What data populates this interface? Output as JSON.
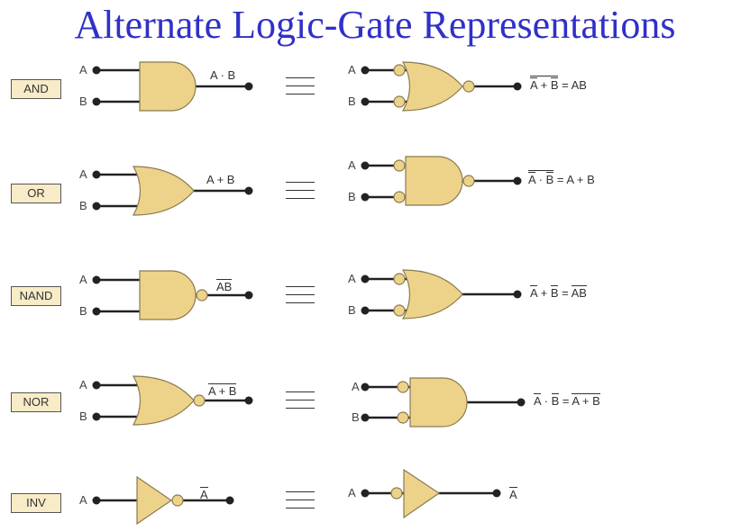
{
  "title": "Alternate Logic-Gate Representations",
  "equiv_symbol": "≡",
  "inputs": {
    "a": "A",
    "b": "B"
  },
  "rows": [
    {
      "label": "AND",
      "left_output": "A · B",
      "right": {
        "a": "A",
        "op": "+",
        "b": "B",
        "eq": "=",
        "rhs": "AB"
      }
    },
    {
      "label": "OR",
      "left_output": "A + B",
      "right": {
        "a": "A",
        "op": "·",
        "b": "B",
        "eq": "=",
        "rhs": "A + B"
      }
    },
    {
      "label": "NAND",
      "left_output": "AB",
      "right": {
        "a": "A",
        "op": "+",
        "b": "B",
        "eq": "=",
        "rhs": "AB"
      }
    },
    {
      "label": "NOR",
      "left_output": "A + B",
      "right": {
        "a": "A",
        "op": "·",
        "b": "B",
        "eq": "=",
        "rhs": "A + B"
      }
    },
    {
      "label": "INV",
      "left_output": "A",
      "right_output": "A"
    }
  ],
  "colors": {
    "gate_fill": "#edd38a",
    "gate_stroke": "#8a7a50",
    "title": "#3030c8",
    "label_fill": "#f8ecc8"
  }
}
